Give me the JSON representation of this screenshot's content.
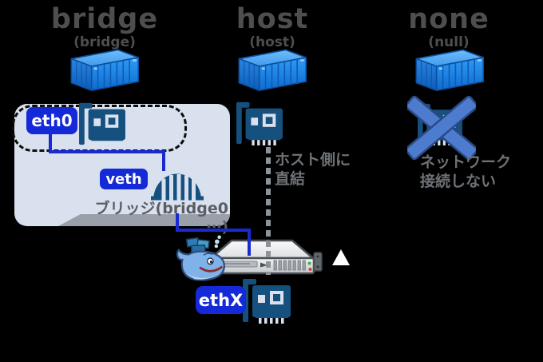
{
  "columns": [
    {
      "title": "bridge",
      "subtitle": "(bridge)"
    },
    {
      "title": "host",
      "subtitle": "(host)"
    },
    {
      "title": "none",
      "subtitle": "(null)"
    }
  ],
  "bridge_panel": {
    "eth0_label": "eth0",
    "veth_label": "veth",
    "caption": "ブリッジ(bridge0 ⋯)"
  },
  "host_note": "ホスト側に\n直結",
  "none_note": "ネットワーク\n接続しない",
  "ethx_label": "ethX",
  "icons": {
    "container": "shipping-container-icon",
    "nic": "network-card-icon",
    "bridge": "bridge-arch-icon",
    "blocked": "x-cross-icon",
    "server": "rack-server-icon",
    "whale": "docker-whale-icon"
  },
  "colors": {
    "badge_blue": "#1429d8",
    "wire_blue": "#1b2ad0",
    "icon_navy": "#15507e",
    "bottom_nic_navy": "#0f4a86",
    "nic_gray": "#7f8488",
    "panel_bg": "#d9e0ee",
    "panel_shadow": "#9aa0aa",
    "x_cross_blue": "#4d7ccf",
    "title_gray": "#4e4e4e",
    "note_gray": "#6e7276",
    "container_blue": "#2490f0"
  }
}
